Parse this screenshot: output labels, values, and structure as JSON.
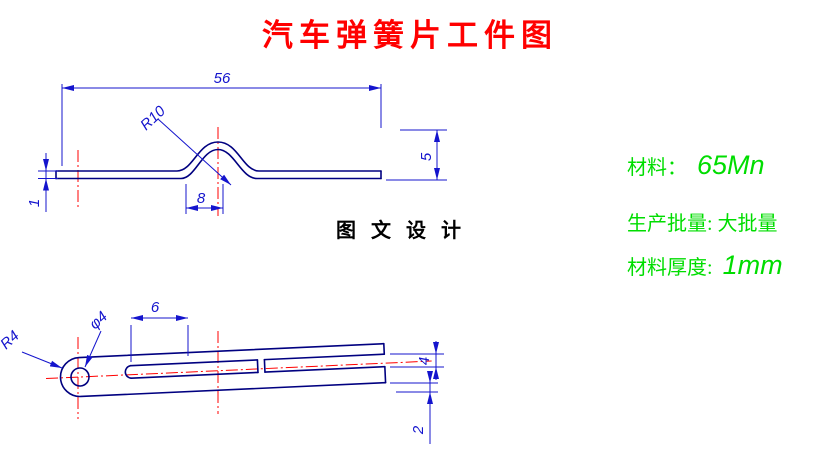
{
  "title": "汽车弹簧片工件图",
  "caption": "图 文 设 计",
  "notes": {
    "material_label": "材料：",
    "material_value": "65Mn",
    "batch_line": "生产批量: 大批量",
    "thickness_label": "材料厚度:",
    "thickness_value": "1mm"
  },
  "side_view": {
    "length": "56",
    "radius": "R10",
    "hump_width": "8",
    "height": "5",
    "thickness": "1"
  },
  "plan_view": {
    "end_radius": "R4",
    "hole_diameter": "φ4",
    "slot_start": "6",
    "slot_width": "4",
    "tip_width": "2"
  },
  "colors": {
    "title": "#ff0000",
    "outline": "#000080",
    "dimension": "#1414cd",
    "centerline": "#ff0000",
    "note_green": "#00dd00",
    "caption_text": "#000000",
    "background": "#ffffff"
  }
}
